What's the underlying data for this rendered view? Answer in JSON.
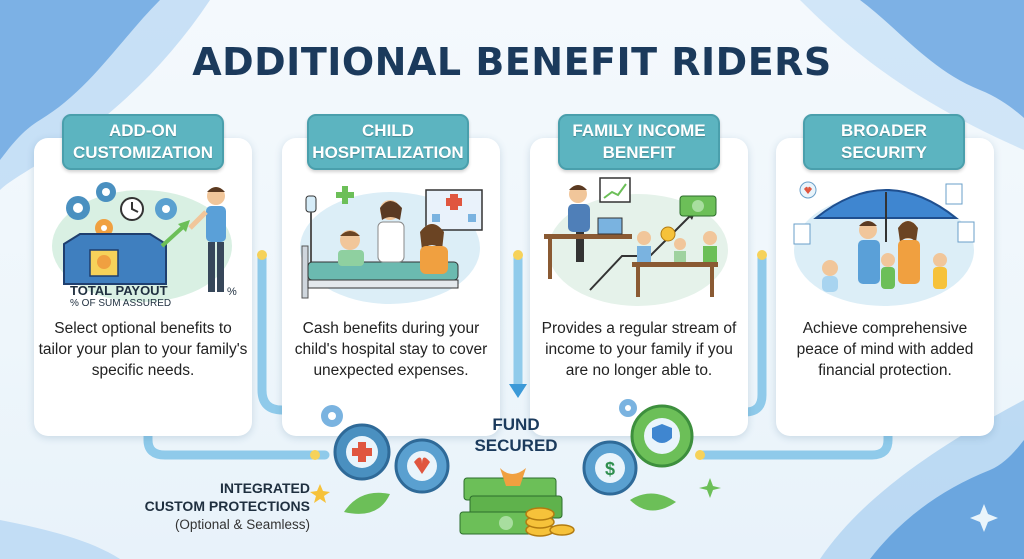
{
  "title": "ADDITIONAL BENEFIT RIDERS",
  "cards": [
    {
      "header": "ADD-ON CUSTOMIZATION",
      "description": "Select optional benefits to tailor your plan to your family's specific needs."
    },
    {
      "header": "CHILD HOSPITALIZATION",
      "description": "Cash benefits during your child's hospital stay to cover unexpected expenses."
    },
    {
      "header": "FAMILY INCOME BENEFIT",
      "description": "Provides a regular stream of income to your family if you are no longer able to."
    },
    {
      "header": "BROADER SECURITY",
      "description": "Achieve comprehensive peace of mind with added financial protection."
    }
  ],
  "payout": {
    "title": "TOTAL PAYOUT",
    "subtitle": "% OF SUM ASSURED",
    "percent": "%"
  },
  "center": {
    "label": "FUND SECURED"
  },
  "integrated": {
    "line1": "INTEGRATED",
    "line2": "CUSTOM PROTECTIONS",
    "line3": "(Optional & Seamless)"
  },
  "icons": [
    "gear-icon",
    "clock-icon",
    "toolbox-icon",
    "medical-cross-icon",
    "hospital-icon",
    "laptop-icon",
    "chart-icon",
    "money-icon",
    "umbrella-icon",
    "heart-icon",
    "shield-check-icon",
    "dollar-icon",
    "coin-icon",
    "leaf-icon",
    "sparkle-icon"
  ],
  "colors": {
    "title": "#1b3a5c",
    "header_bg": "#5cb4c0",
    "flow_arrow": "#6ab8e0",
    "accent_orange": "#f0a040",
    "gear_blue": "#4a90c0"
  }
}
